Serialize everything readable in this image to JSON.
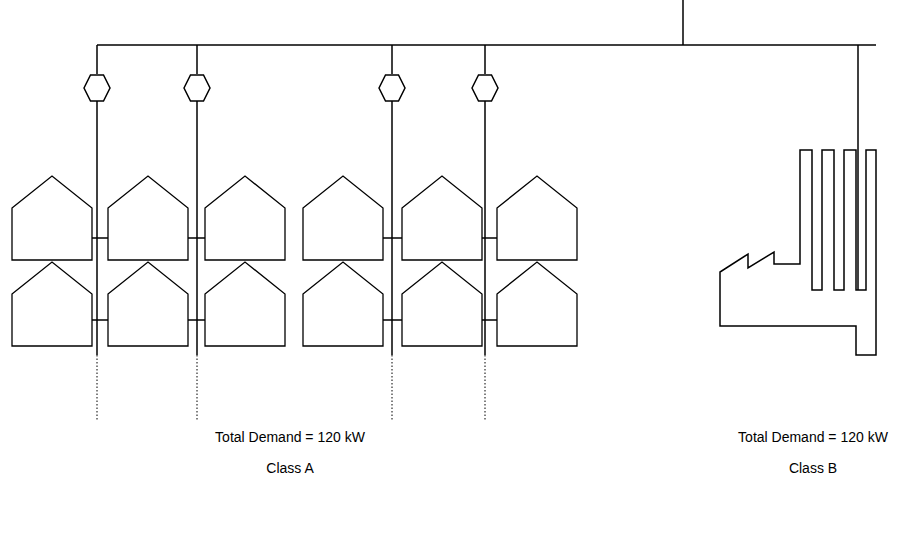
{
  "diagram": {
    "labels": [
      "Total Demand = 120 kW",
      "Class A",
      "Total Demand = 120 kW",
      "Class B"
    ]
  }
}
